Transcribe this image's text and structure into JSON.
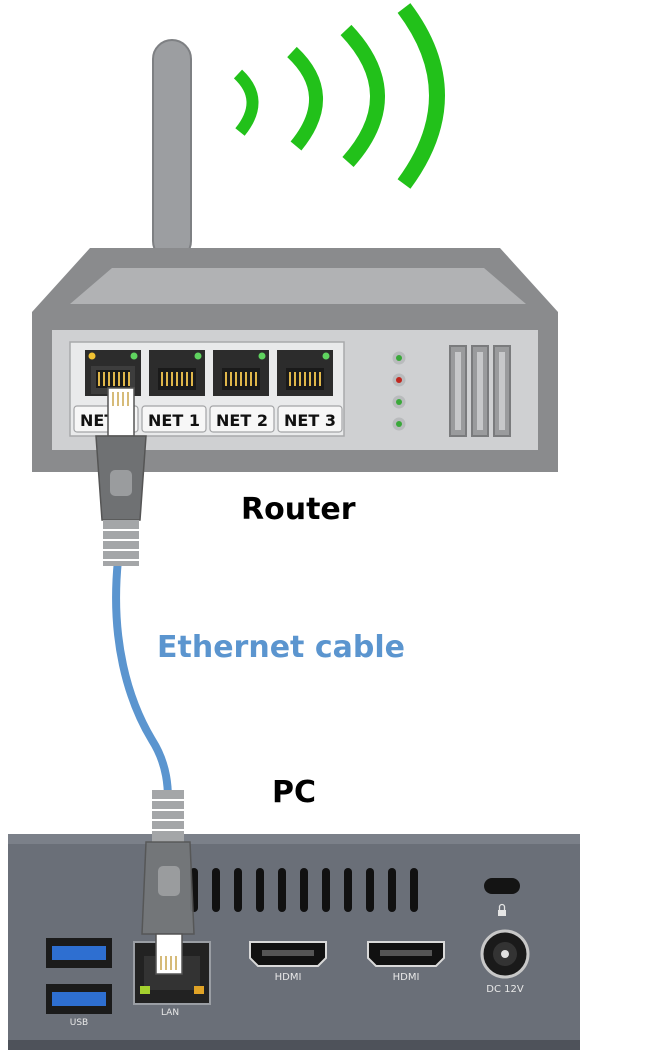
{
  "labels": {
    "router": "Router",
    "ethernet_cable": "Ethernet cable",
    "pc": "PC"
  },
  "router_ports": [
    "NET 0",
    "NET 1",
    "NET 2",
    "NET 3"
  ],
  "pc_ports": {
    "usb": "USB",
    "lan": "LAN",
    "hdmi_1": "HDMI",
    "hdmi_2": "HDMI",
    "dc": "DC 12V"
  },
  "colors": {
    "wifi_waves": "#22c11a",
    "cable": "#5b95cf",
    "cable_label": "#5b95cf",
    "router_body": "#8a8b8d",
    "pc_body": "#6a6f78",
    "usb_port": "#2e6fd1",
    "led_green": "#3aa83a",
    "led_red": "#c0271f"
  },
  "icons": [
    "wifi-signal-icon",
    "lock-icon"
  ]
}
